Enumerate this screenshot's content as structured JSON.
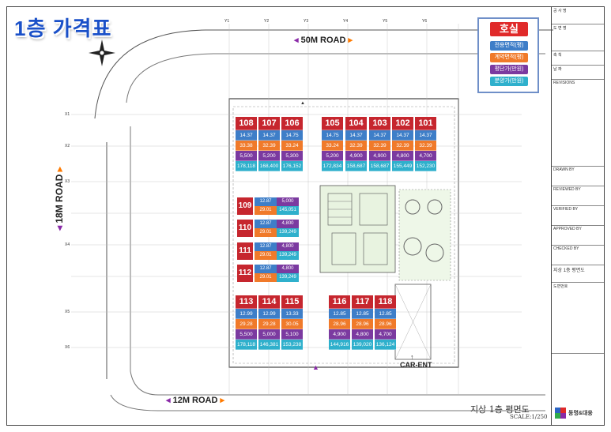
{
  "heading": "1층 가격표",
  "roads": {
    "top": "50M ROAD",
    "left": "18M ROAD",
    "bottom": "12M ROAD",
    "car_entrance": "CAR-ENT"
  },
  "legend": {
    "title": "호실",
    "items": [
      {
        "label": "전용면적(평)",
        "color": "#3e7ec8"
      },
      {
        "label": "계약면적(평)",
        "color": "#f07a2a"
      },
      {
        "label": "평단가(만원)",
        "color": "#7b3aa0"
      },
      {
        "label": "분양가(만원)",
        "color": "#2fb0cc"
      }
    ]
  },
  "top_row": [
    {
      "unit": "108",
      "area": "14.37",
      "contract": "33.38",
      "ppy": "5,500",
      "price": "178,118"
    },
    {
      "unit": "107",
      "area": "14.37",
      "contract": "32.39",
      "ppy": "5,200",
      "price": "168,400"
    },
    {
      "unit": "106",
      "area": "14.75",
      "contract": "33.24",
      "ppy": "5,300",
      "price": "176,152"
    },
    {
      "unit": "105",
      "area": "14.75",
      "contract": "33.24",
      "ppy": "5,200",
      "price": "172,834"
    },
    {
      "unit": "104",
      "area": "14.37",
      "contract": "32.39",
      "ppy": "4,900",
      "price": "158,687"
    },
    {
      "unit": "103",
      "area": "14.37",
      "contract": "32.39",
      "ppy": "4,900",
      "price": "158,687"
    },
    {
      "unit": "102",
      "area": "14.37",
      "contract": "32.39",
      "ppy": "4,800",
      "price": "155,449"
    },
    {
      "unit": "101",
      "area": "14.37",
      "contract": "32.39",
      "ppy": "4,700",
      "price": "152,230"
    }
  ],
  "side_units": [
    {
      "unit": "109",
      "area": "12.87",
      "contract": "29.01",
      "ppy": "5,000",
      "price": "145,051"
    },
    {
      "unit": "110",
      "area": "12.87",
      "contract": "29.01",
      "ppy": "4,800",
      "price": "139,249"
    },
    {
      "unit": "111",
      "area": "12.87",
      "contract": "29.01",
      "ppy": "4,800",
      "price": "139,249"
    },
    {
      "unit": "112",
      "area": "12.87",
      "contract": "29.01",
      "ppy": "4,800",
      "price": "139,249"
    }
  ],
  "bottom_left": [
    {
      "unit": "113",
      "area": "12.99",
      "contract": "29.28",
      "ppy": "5,500",
      "price": "178,118"
    },
    {
      "unit": "114",
      "area": "12.99",
      "contract": "29.28",
      "ppy": "5,000",
      "price": "146,381"
    },
    {
      "unit": "115",
      "area": "13.33",
      "contract": "30.05",
      "ppy": "5,100",
      "price": "153,238"
    }
  ],
  "bottom_right": [
    {
      "unit": "116",
      "area": "12.85",
      "contract": "28.96",
      "ppy": "4,900",
      "price": "144,916"
    },
    {
      "unit": "117",
      "area": "12.85",
      "contract": "28.96",
      "ppy": "4,800",
      "price": "139,020"
    },
    {
      "unit": "118",
      "area": "12.85",
      "contract": "28.96",
      "ppy": "4,700",
      "price": "136,124"
    }
  ],
  "drawing_title": "지상 1층 평면도",
  "scale": "SCALE:1/250",
  "axis_tags": [
    "Y1",
    "Y2",
    "Y3",
    "Y4",
    "Y5",
    "Y6",
    "X1",
    "X2",
    "X3",
    "X4",
    "X5",
    "X6"
  ],
  "title_block": {
    "rows": [
      "공 사 명",
      "도 면 명",
      "축 척",
      "날 짜",
      "REVISIONS",
      "DRAWN BY",
      "REVIEWED BY",
      "VERIFIED BY",
      "APPROVED BY",
      "CHECKED BY",
      "지상 1층 평면도",
      "도면번호"
    ],
    "firm": "동명&대웅"
  }
}
